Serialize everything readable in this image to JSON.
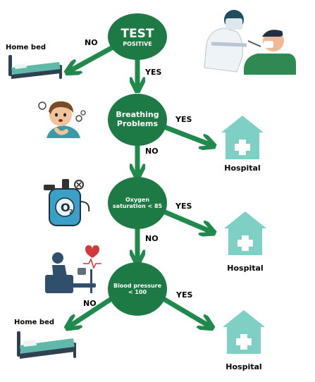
{
  "nodes": [
    {
      "line1": "TEST",
      "line2": "POSITIVE"
    },
    {
      "line1": "Breathing",
      "line2": "Problems"
    },
    {
      "line1": "Oxygen",
      "line2": "saturation < 85"
    },
    {
      "line1": "Blood pressure",
      "line2": "< 100"
    }
  ],
  "branches": {
    "no": "NO",
    "yes": "YES"
  },
  "outcomes": {
    "home_bed": "Home bed",
    "hospital": "Hospital"
  },
  "colors": {
    "node_green": "#1e7a45",
    "arrow_green": "#1f8a4c",
    "house_teal": "#7ecfc4",
    "house_cross": "#ffffff",
    "bed_frame": "#2f4050",
    "bed_mattress": "#5fb8a8",
    "oxygen_blue": "#3aa0c8"
  },
  "icons": [
    "bed-icon",
    "test-swab-icon",
    "breathless-person-icon",
    "oxygen-tank-icon",
    "blood-pressure-icon",
    "hospital-house-icon"
  ]
}
